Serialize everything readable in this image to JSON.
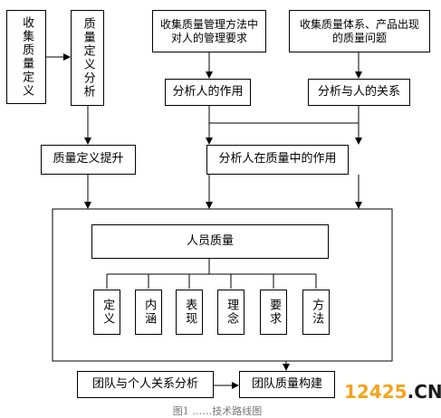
{
  "nodes": {
    "collect_def": "收集质量定义",
    "def_analysis": "质量定义分析",
    "collect_mgmt": "收集质量管理方法中对人的管理要求",
    "collect_system": "收集质量体系、产品出现的质量问题",
    "analyze_role": "分析人的作用",
    "analyze_relation": "分析与人的关系",
    "def_improve": "质量定义提升",
    "role_in_quality": "分析人在质量中的作用",
    "personnel_quality": "人员质量",
    "team_relation": "团队与个人关系分析",
    "team_build": "团队质量构建"
  },
  "sub_items": [
    "定义",
    "内涵",
    "表现",
    "理念",
    "要求",
    "方法"
  ],
  "watermark": {
    "digits": "12425",
    "suffix": ".CN",
    "digits_color": "#f5a31a",
    "suffix_color": "#1a1a1a"
  },
  "caption": "图1  ……技术路线图"
}
